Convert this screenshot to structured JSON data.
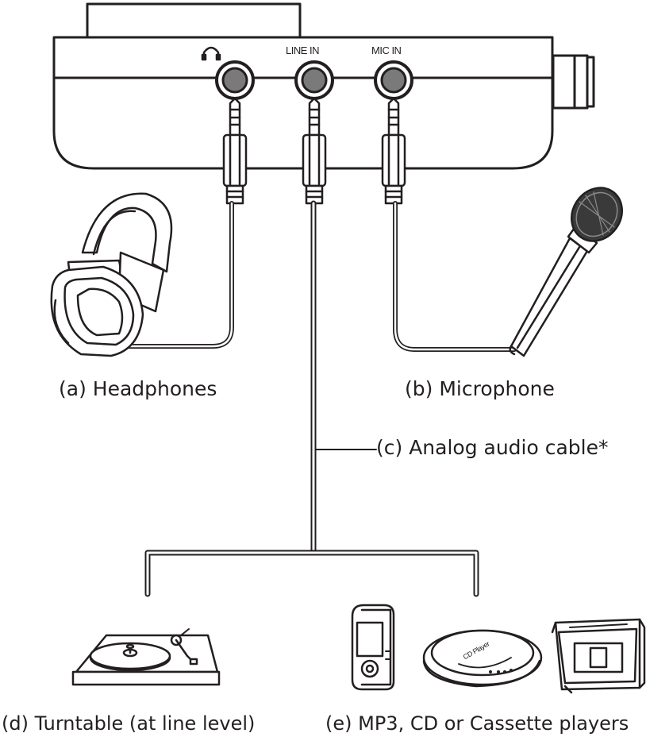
{
  "ports": {
    "headphone_symbol": "headphone-icon",
    "line_in": "LINE IN",
    "mic_in": "MIC IN"
  },
  "labels": {
    "headphones": "(a)  Headphones",
    "microphone": "(b) Microphone",
    "cable": "(c) Analog audio cable*",
    "turntable": "(d) Turntable (at line level)",
    "players": "(e) MP3, CD or Cassette players"
  },
  "devices": {
    "cd_player_text": "CD Player"
  },
  "colors": {
    "line": "#231f20",
    "fill": "#ffffff",
    "jack_gray": "#7a7a7a"
  }
}
